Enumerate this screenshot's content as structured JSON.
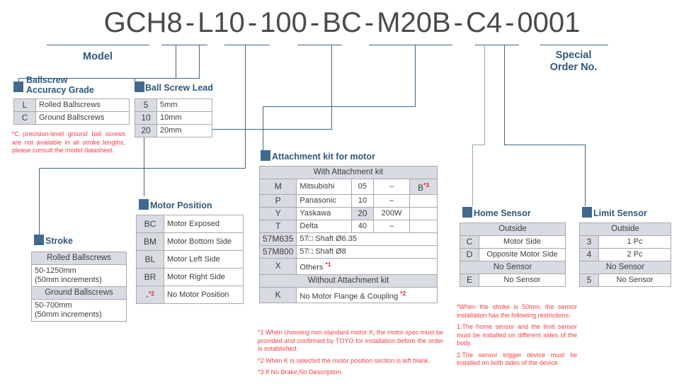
{
  "code": {
    "segments": [
      "GCH8",
      "L10",
      "100",
      "BC",
      "M20B",
      "C4",
      "0001"
    ],
    "separator": "-"
  },
  "labels": {
    "model": "Model",
    "special_order": "Special\nOrder No.",
    "special_order_line1": "Special",
    "special_order_line2": "Order No."
  },
  "accuracy": {
    "title_line1": "Ballscrew",
    "title_line2": "Accuracy Grade",
    "rows": [
      {
        "key": "L",
        "val": "Rolled Ballscrews"
      },
      {
        "key": "C",
        "val": "Ground Ballscrews"
      }
    ],
    "note": "*C precision-level ground ball screws are not available in all stroke lengths, please consult the model datasheet."
  },
  "lead": {
    "title": "Ball Screw Lead",
    "rows": [
      {
        "key": "5",
        "val": "5mm"
      },
      {
        "key": "10",
        "val": "10mm"
      },
      {
        "key": "20",
        "val": "20mm"
      }
    ]
  },
  "stroke": {
    "title": "Stroke",
    "groups": [
      {
        "header": "Rolled Ballscrews",
        "line1": "50-1250mm",
        "line2": "(50mm increments)"
      },
      {
        "header": "Ground Ballscrews",
        "line1": "50-700mm",
        "line2": "(50mm increments)"
      }
    ]
  },
  "motor_position": {
    "title": "Motor Position",
    "rows": [
      {
        "key": "BC",
        "val": "Motor Exposed",
        "sup": ""
      },
      {
        "key": "BM",
        "val": "Motor Bottom Side",
        "sup": ""
      },
      {
        "key": "BL",
        "val": "Motor Left Side",
        "sup": ""
      },
      {
        "key": "BR",
        "val": "Motor Right Side",
        "sup": ""
      },
      {
        "key": "-",
        "val": "No Motor Position",
        "sup": "*2"
      }
    ]
  },
  "attachment": {
    "title": "Attachment kit for motor",
    "with_header": "With Attachment kit",
    "without_header": "Without  Attachment kit",
    "brand_rows": [
      {
        "key": "M",
        "brand": "Mitsubishi",
        "watt_code": "05",
        "watt": "–",
        "brake": "B",
        "brake_sup": "*3"
      },
      {
        "key": "P",
        "brand": "Panasonic",
        "watt_code": "10",
        "watt": "–",
        "brake": "",
        "brake_sup": ""
      },
      {
        "key": "Y",
        "brand": "Yaskawa",
        "watt_code": "20",
        "watt": "200W",
        "brake": "",
        "brake_sup": ""
      },
      {
        "key": "T",
        "brand": "Delta",
        "watt_code": "40",
        "watt": "–",
        "brake": "",
        "brake_sup": ""
      }
    ],
    "wide_rows": [
      {
        "key": "57M635",
        "val": "57□ Shaft Ø6.35",
        "sup": ""
      },
      {
        "key": "57M800",
        "val": "57□ Shaft Ø8",
        "sup": ""
      },
      {
        "key": "X",
        "val": "Others ",
        "sup": "*1"
      }
    ],
    "without_row": {
      "key": "K",
      "val": "No Motor Flange & Coupling ",
      "sup": "*2"
    },
    "notes": [
      "*1 When choosing non-standard motor X, the motor spec must be provided and confirmed by TOYO for installation before the order is established.",
      "*2 When K is selected the motor position section is left blank.",
      "*3 If No Brake,No Description."
    ]
  },
  "home_sensor": {
    "title": "Home Sensor",
    "group1_header": "Outside",
    "group1_rows": [
      {
        "key": "C",
        "val": "Motor Side"
      },
      {
        "key": "D",
        "val": "Opposite Motor Side"
      }
    ],
    "group2_header": "No Sensor",
    "group2_rows": [
      {
        "key": "E",
        "val": "No Sensor"
      }
    ]
  },
  "limit_sensor": {
    "title": "Limit Sensor",
    "group1_header": "Outside",
    "group1_rows": [
      {
        "key": "3",
        "val": "1 Pc"
      },
      {
        "key": "4",
        "val": "2 Pc"
      }
    ],
    "group2_header": "No Sensor",
    "group2_rows": [
      {
        "key": "5",
        "val": "No Sensor"
      }
    ]
  },
  "sensor_notes": [
    "*When the stroke is 50mm, the sensor installation has the following restrictions:",
    "1.The home sensor and the limit sensor must be installed on different sides of the body.",
    "2.The sensor trigger device must be installed on both sides of the device."
  ],
  "colors": {
    "marker_blue": "#42698c",
    "heading_blue": "#2f587d",
    "line_blue": "#3f6584",
    "note_red": "#f04048",
    "table_key_bg": "#d9dbe3",
    "code_gray": "#4a4a4a"
  }
}
